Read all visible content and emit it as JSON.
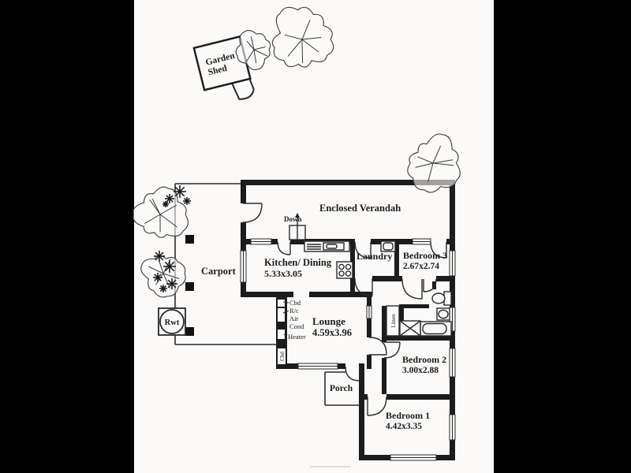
{
  "floor_plan": {
    "outbuildings": {
      "garden_shed": {
        "line1": "Garden",
        "line2": "Shed"
      },
      "rainwater_tank": "Rwt"
    },
    "rooms": {
      "enclosed_verandah": {
        "name": "Enclosed Verandah"
      },
      "carport": {
        "name": "Carport"
      },
      "kitchen_dining": {
        "name": "Kitchen/ Dining",
        "dimensions": "5.33x3.05"
      },
      "laundry": {
        "name": "Laundry"
      },
      "bedroom_3": {
        "name": "Bedroom 3",
        "dimensions": "2.67x2.74"
      },
      "lounge": {
        "name": "Lounge",
        "dimensions": "4.59x3.96"
      },
      "bedroom_2": {
        "name": "Bedroom 2",
        "dimensions": "3.00x2.88"
      },
      "bedroom_1": {
        "name": "Bedroom 1",
        "dimensions": "4.42x3.35"
      },
      "porch": {
        "name": "Porch"
      }
    },
    "annotations": {
      "stairs": "Down",
      "cupboard": "Cbd",
      "rc": "R/c",
      "air": "Air",
      "cond": "Cond",
      "heater": "Heater",
      "linen": "Linen",
      "cupboard_vertical": "Cbd"
    },
    "colors": {
      "letterbox": "#000000",
      "paper": "#fbfaf9",
      "ink": "#1c1c1c"
    }
  }
}
